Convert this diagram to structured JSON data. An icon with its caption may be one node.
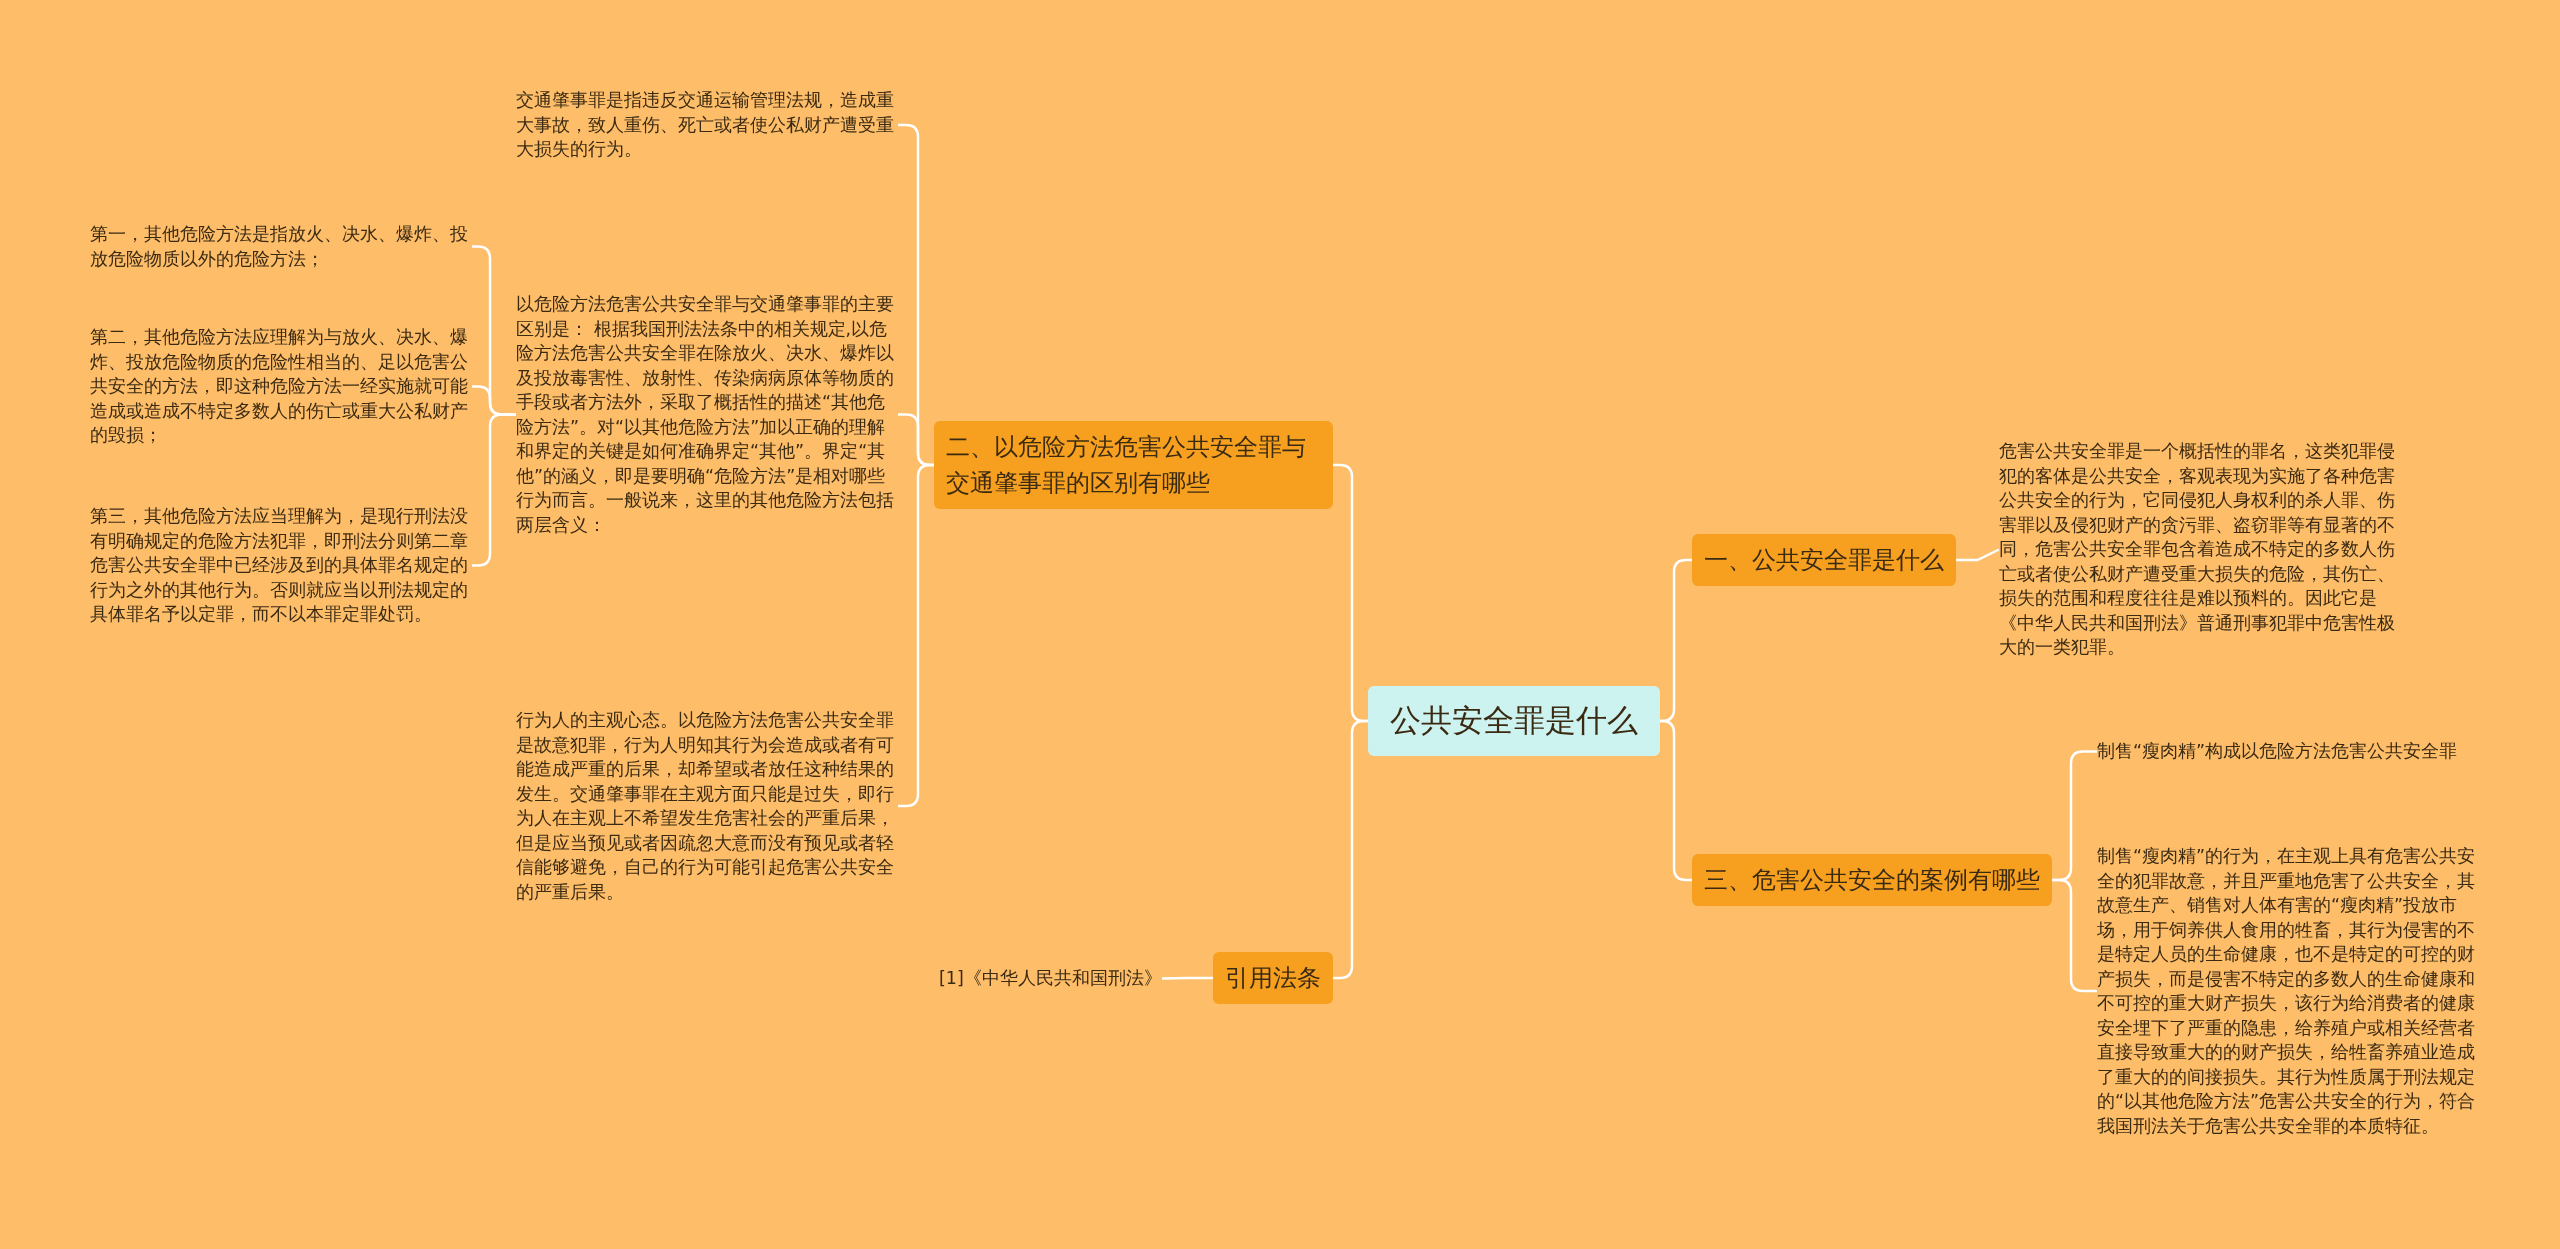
{
  "diagram": {
    "nodes": [
      {
        "text": [
          "公共安全罪是什么"
        ]
      },
      {
        "text": [
          "二、以危险方法危害公共安全罪与交通肇事罪的区别有哪些"
        ]
      },
      {
        "text": [
          "交通肇事罪是指违反交通运输管理法规，造成重大事故，致人重伤、死亡或者使公私财产遭受重大损失的行为。"
        ]
      },
      {
        "text": [
          "以危险方法危害公共安全罪与交通肇事罪的主要区别是： 根据我国刑法法条中的相关规定,以危险方法危害公共安全罪在除放火、决水、爆炸以及投放毒害性、放射性、传染病病原体等物质的手段或者方法外，采取了概括性的描述“其他危险方法”。对“以其他危险方法”加以正确的理解和界定的关键是如何准确界定“其他”。界定“其他”的涵义，即是要明确“危险方法”是相对哪些行为而言。一般说来，这里的其他危险方法包括两层含义："
        ]
      },
      {
        "text": [
          "第一，其他危险方法是指放火、决水、爆炸、投放危险物质以外的危险方法；"
        ]
      },
      {
        "text": [
          "第二，其他危险方法应理解为与放火、决水、爆炸、投放危险物质的危险性相当的、足以危害公共安全的方法，即这种危险方法一经实施就可能造成或造成不特定多数人的伤亡或重大公私财产的毁损；"
        ]
      },
      {
        "text": [
          "第三，其他危险方法应当理解为，是现行刑法没有明确规定的危险方法犯罪，即刑法分则第二章危害公共安全罪中已经涉及到的具体罪名规定的行为之外的其他行为。否则就应当以刑法规定的具体罪名予以定罪，而不以本罪定罪处罚。"
        ]
      },
      {
        "text": [
          "行为人的主观心态。以危险方法危害公共安全罪是故意犯罪，行为人明知其行为会造成或者有可能造成严重的后果，却希望或者放任这种结果的发生。交通肇事罪在主观方面只能是过失，即行为人在主观上不希望发生危害社会的严重后果，但是应当预见或者因疏忽大意而没有预见或者轻信能够避免，自己的行为可能引起危害公共安全的严重后果。"
        ]
      },
      {
        "text": [
          "引用法条"
        ]
      },
      {
        "text": [
          "[1]《中华人民共和国刑法》"
        ]
      },
      {
        "text": [
          "一、公共安全罪是什么"
        ]
      },
      {
        "text": [
          "危害公共安全罪是一个概括性的罪名，这类犯罪侵犯的客体是公共安全，客观表现为实施了各种危害公共安全的行为，它同侵犯人身权利的杀人罪、伤害罪以及侵犯财产的贪污罪、盗窃罪等有显著的不同，危害公共安全罪包含着造成不特定的多数人伤亡或者使公私财产遭受重大损失的危险，其伤亡、损失的范围和程度往往是难以预料的。因此它是《中华人民共和国刑法》普通刑事犯罪中危害性极大的一类犯罪。"
        ]
      },
      {
        "text": [
          "三、危害公共安全的案例有哪些"
        ]
      },
      {
        "text": [
          "制售“瘦肉精”构成以危险方法危害公共安全罪"
        ]
      },
      {
        "text": [
          "制售“瘦肉精”的行为，在主观上具有危害公共安全的犯罪故意，并且严重地危害了公共安全，其故意生产、销售对人体有害的“瘦肉精”投放市场，用于饲养供人食用的牲畜，其行为侵害的不是特定人员的生命健康，也不是特定的可控的财产损失，而是侵害不特定的多数人的生命健康和不可控的重大财产损失，该行为给消费者的健康安全埋下了严重的隐患，给养殖户或相关经营者直接导致重大的的财产损失，给牲畜养殖业造成了重大的的间接损失。其行为性质属于刑法规定的“以其他危险方法”危害公共安全的行为，符合我国刑法关于危害公共安全罪的本质特征。"
        ]
      }
    ],
    "edges": [
      {
        "from": 0,
        "to": 1,
        "arrow": "none"
      },
      {
        "from": 1,
        "to": 2,
        "arrow": "none"
      },
      {
        "from": 1,
        "to": 3,
        "arrow": "none"
      },
      {
        "from": 3,
        "to": 4,
        "arrow": "none"
      },
      {
        "from": 3,
        "to": 5,
        "arrow": "none"
      },
      {
        "from": 3,
        "to": 6,
        "arrow": "none"
      },
      {
        "from": 1,
        "to": 7,
        "arrow": "none"
      },
      {
        "from": 0,
        "to": 8,
        "arrow": "none"
      },
      {
        "from": 8,
        "to": 9,
        "arrow": "none"
      },
      {
        "from": 0,
        "to": 10,
        "arrow": "none"
      },
      {
        "from": 10,
        "to": 11,
        "arrow": "none"
      },
      {
        "from": 0,
        "to": 12,
        "arrow": "none"
      },
      {
        "from": 12,
        "to": 13,
        "arrow": "none"
      },
      {
        "from": 12,
        "to": 14,
        "arrow": "none"
      }
    ]
  }
}
